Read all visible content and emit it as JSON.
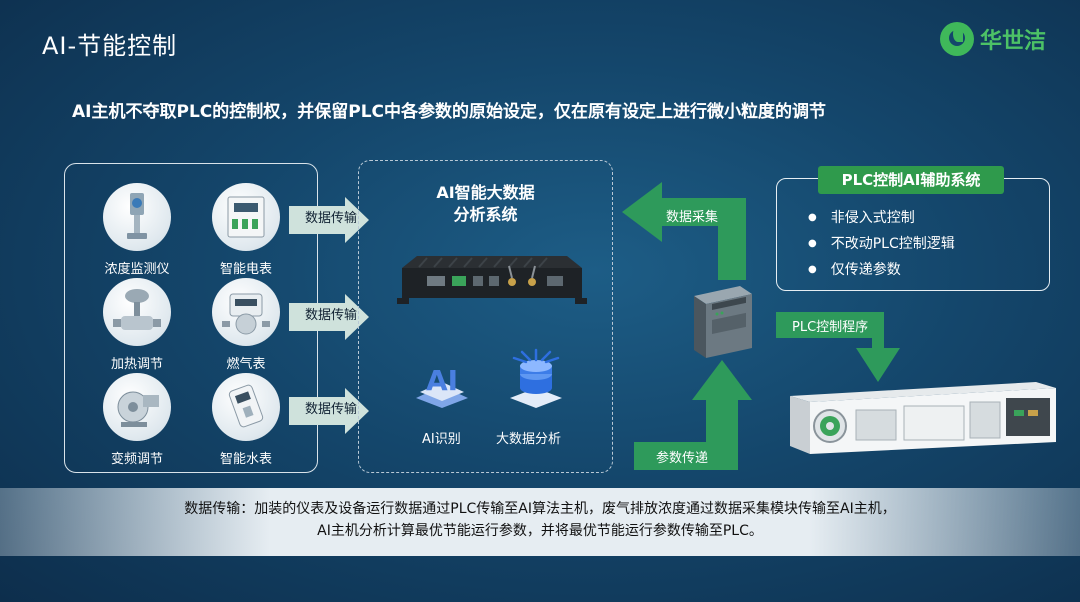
{
  "title": "AI-节能控制",
  "logo": {
    "text": "华世洁",
    "icon": "leaf-globe-icon"
  },
  "subtitle": "AI主机不夺取PLC的控制权，并保留PLC中各参数的原始设定，仅在原有设定上进行微小粒度的调节",
  "devices": [
    {
      "label": "浓度监测仪",
      "icon": "concentration-monitor-icon"
    },
    {
      "label": "智能电表",
      "icon": "smart-meter-icon"
    },
    {
      "label": "加热调节",
      "icon": "heating-valve-icon"
    },
    {
      "label": "燃气表",
      "icon": "gas-meter-icon"
    },
    {
      "label": "变频调节",
      "icon": "vfd-fan-icon"
    },
    {
      "label": "智能水表",
      "icon": "water-meter-icon"
    }
  ],
  "transfer_arrows": [
    "数据传输",
    "数据传输",
    "数据传输"
  ],
  "ai_system": {
    "title_line1": "AI智能大数据",
    "title_line2": "分析系统",
    "ai_label": "AI识别",
    "bigdata_label": "大数据分析",
    "ai_glyph": "AI"
  },
  "flow": {
    "collect": "数据采集",
    "param": "参数传递",
    "plc_program": "PLC控制程序"
  },
  "plc_panel": {
    "header": "PLC控制AI辅助系统",
    "items": [
      "非侵入式控制",
      "不改动PLC控制逻辑",
      "仅传递参数"
    ]
  },
  "bottom": {
    "line1": "数据传输：加装的仪表及设备运行数据通过PLC传输至AI算法主机，废气排放浓度通过数据采集模块传输至AI主机，",
    "line2": "AI主机分析计算最优节能运行参数，并将最优节能运行参数传输至PLC。"
  },
  "colors": {
    "accent_green": "#2f9a4c",
    "arrow_green": "#2e9a5b",
    "arrow_pale": "#cfe2dc",
    "bg": "#14466b"
  }
}
